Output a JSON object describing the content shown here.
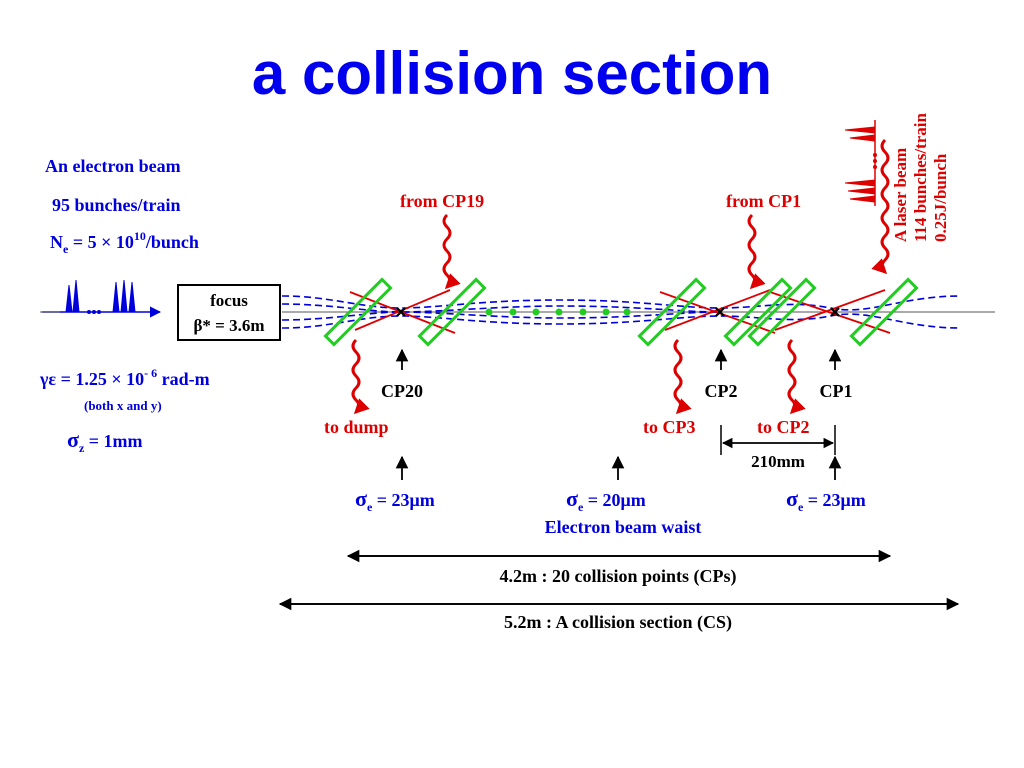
{
  "title": "a collision section",
  "electron": {
    "heading": "An electron beam",
    "bunches": "95 bunches/train",
    "ne_label": "N",
    "ne_sub": "e",
    "ne_eq": " = 5 ",
    "ne_times": "×",
    "ne_base": " 10",
    "ne_exp": "10",
    "ne_unit": "/bunch",
    "emit_label": "γε = 1.25 ",
    "emit_times": "×",
    "emit_base": " 10",
    "emit_exp": "- 6",
    "emit_unit": " rad-m",
    "emit_note": "(both x and y)",
    "sigz_sym": "σ",
    "sigz_sub": "z",
    "sigz_val": " = 1mm"
  },
  "focus": {
    "line1": "focus",
    "line2": "β* = 3.6m"
  },
  "laser": {
    "line1": "A laser beam",
    "line2": "114 bunches/train",
    "line3": "0.25J/bunch"
  },
  "arrows": {
    "from_cp19": "from CP19",
    "from_cp1": "from CP1",
    "to_dump": "to dump",
    "to_cp3": "to CP3",
    "to_cp2": "to CP2"
  },
  "cps": {
    "cp20": "CP20",
    "cp2": "CP2",
    "cp1": "CP1"
  },
  "spacing": "210mm",
  "sigma": {
    "sym": "σ",
    "sub": "e",
    "left_val": " = 23μm",
    "mid_val": " = 20μm",
    "right_val": " = 23μm",
    "waist": "Electron beam waist"
  },
  "spans": {
    "cps": "4.2m : 20 collision points (CPs)",
    "section": "5.2m : A collision section (CS)"
  },
  "colors": {
    "blue": "#0000dd",
    "red": "#dd0000",
    "green": "#22cc22",
    "title_blue": "#0000ee"
  }
}
